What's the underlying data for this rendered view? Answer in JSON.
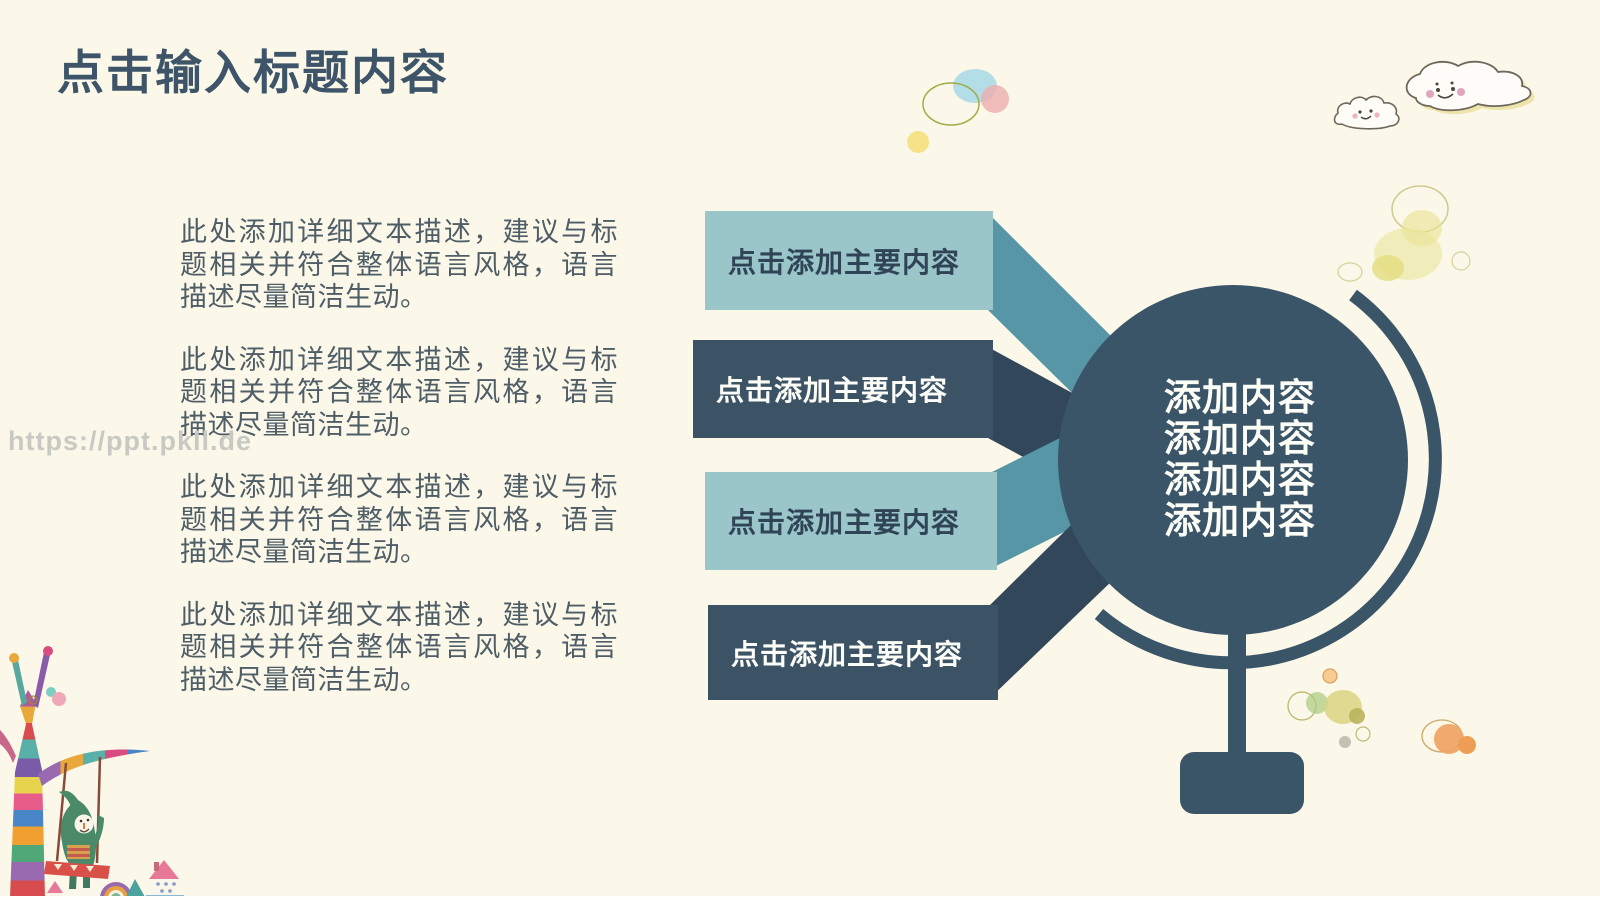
{
  "title": "点击输入标题内容",
  "watermark": "https://ppt.pkll.de",
  "paragraphs": [
    "此处添加详细文本描述，建议与标题相关并符合整体语言风格，语言描述尽量简洁生动。",
    "此处添加详细文本描述，建议与标题相关并符合整体语言风格，语言描述尽量简洁生动。",
    "此处添加详细文本描述，建议与标题相关并符合整体语言风格，语言描述尽量简洁生动。",
    "此处添加详细文本描述，建议与标题相关并符合整体语言风格，语言描述尽量简洁生动。"
  ],
  "banners": [
    {
      "label": "点击添加主要内容",
      "variant": "teal"
    },
    {
      "label": "点击添加主要内容",
      "variant": "navy"
    },
    {
      "label": "点击添加主要内容",
      "variant": "teal"
    },
    {
      "label": "点击添加主要内容",
      "variant": "navy"
    }
  ],
  "globe": {
    "lines": [
      "添加内容",
      "添加内容",
      "添加内容",
      "添加内容"
    ]
  },
  "colors": {
    "background": "#fbf8e9",
    "title_text": "#3e5468",
    "body_text": "#4e5d66",
    "teal_banner": "#9bc6c9",
    "teal_tail": "#5696a6",
    "navy_banner": "#3c5366",
    "navy_tail": "#32475a",
    "globe_navy": "#3b5568",
    "white_text": "#fdfdf8",
    "watermark_text": "#c9c9c3"
  },
  "decorations": {
    "top_center": "pastel-bubbles-icon",
    "top_right": "smiling-clouds-icon",
    "right_middle": "yellow-bubbles-icon",
    "bottom_center": "olive-bubbles-icon",
    "bottom_right": "orange-bubbles-icon",
    "bottom_left": "patchwork-tree-swing-icon"
  }
}
